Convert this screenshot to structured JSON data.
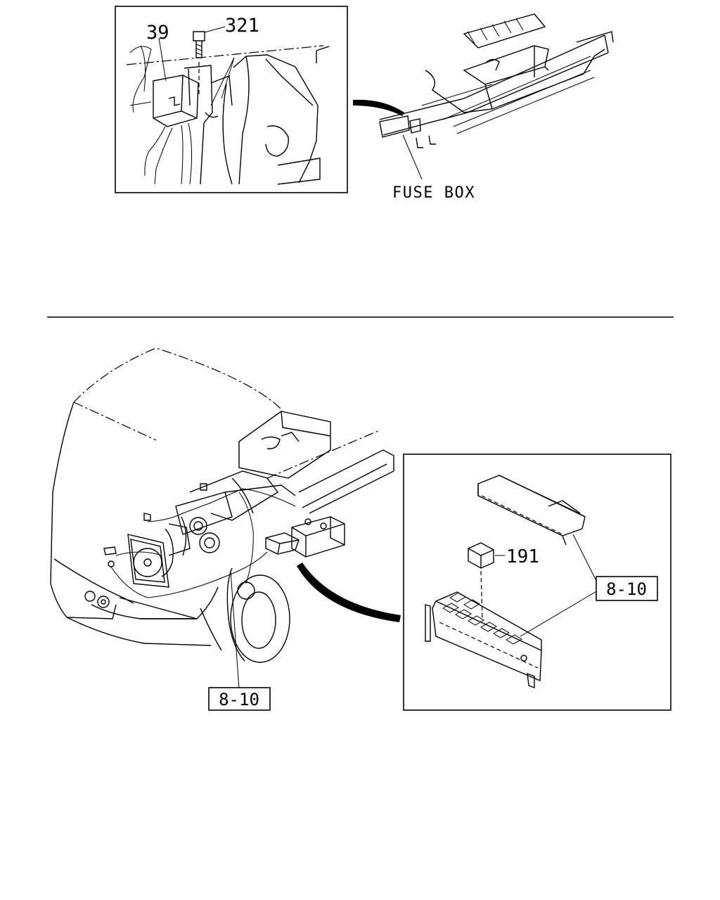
{
  "top_inset": {
    "part_39": "39",
    "part_321": "321",
    "fuse_box_label": "FUSE BOX"
  },
  "bottom_view": {
    "ref_main": "8-10",
    "detail": {
      "part_191": "191",
      "ref_detail": "8-10"
    }
  }
}
